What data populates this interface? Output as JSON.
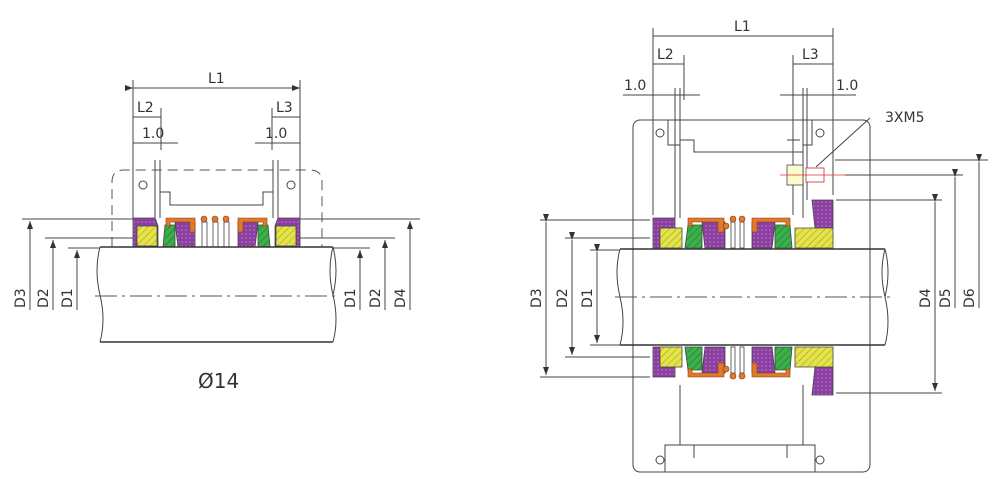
{
  "colors": {
    "purple": "#8b3fa0",
    "yellow": "#e4e34a",
    "green": "#3bb04a",
    "orange": "#e07a2a",
    "red": "#e03030"
  },
  "left_drawing": {
    "dimensions": {
      "l1": "L1",
      "l2": "L2",
      "l3": "L3",
      "gap_left": "1.0",
      "gap_right": "1.0"
    },
    "diameters_left": [
      "D3",
      "D2",
      "D1"
    ],
    "diameters_right": [
      "D1",
      "D2",
      "D4"
    ],
    "shaft_size": "Ø14"
  },
  "right_drawing": {
    "dimensions": {
      "l1": "L1",
      "l2": "L2",
      "l3": "L3",
      "gap_left": "1.0",
      "gap_right": "1.0"
    },
    "diameters_left": [
      "D3",
      "D2",
      "D1"
    ],
    "diameters_right": [
      "D4",
      "D5",
      "D6"
    ],
    "screw_callout": "3XM5"
  }
}
